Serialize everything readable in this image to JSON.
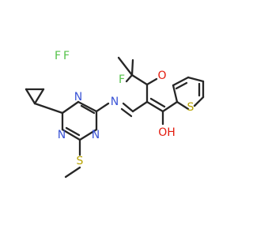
{
  "molecule": {
    "atoms": {
      "F1": {
        "symbol": "F",
        "color": "#55c24a"
      },
      "F2": {
        "symbol": "F",
        "color": "#55c24a"
      },
      "F3": {
        "symbol": "F",
        "color": "#55c24a"
      },
      "O_ketone": {
        "symbol": "O",
        "color": "#e31b0e"
      },
      "OH": {
        "symbol": "OH",
        "color": "#e31b0e"
      },
      "N_imine": {
        "symbol": "N",
        "color": "#3a54d6"
      },
      "N_ring_1": {
        "symbol": "N",
        "color": "#3a54d6"
      },
      "N_ring_2": {
        "symbol": "N",
        "color": "#3a54d6"
      },
      "N_ring_3": {
        "symbol": "N",
        "color": "#3a54d6"
      },
      "S_methylthio": {
        "symbol": "S",
        "color": "#b8a300"
      },
      "S_thiophene": {
        "symbol": "S",
        "color": "#b8a300"
      }
    },
    "bond_color": "#262626"
  }
}
